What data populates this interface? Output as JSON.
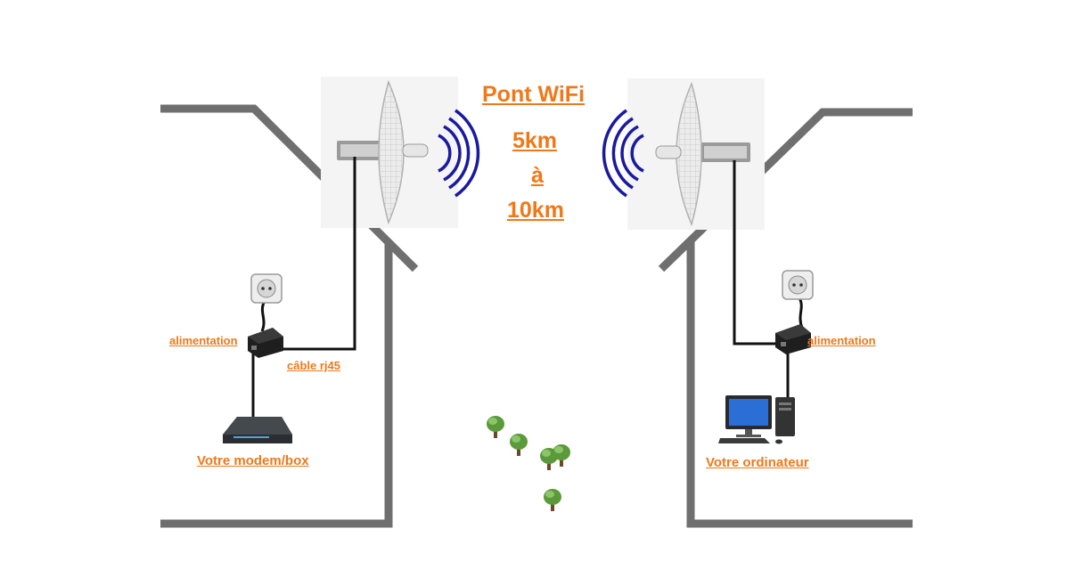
{
  "title": "Pont WiFi",
  "distance": {
    "from": "5km",
    "connector": "à",
    "to": "10km"
  },
  "left_house": {
    "power_label": "alimentation",
    "cable_label": "câble rj45",
    "device_label": "Votre modem/box"
  },
  "right_house": {
    "power_label": "alimentation",
    "device_label": "Votre ordinateur"
  },
  "colors": {
    "accent": "#f07818",
    "house": "#6f6f6f",
    "wave": "#1a1aa0",
    "cable": "#111111",
    "tree": "#5a9a3a"
  },
  "icons": [
    "grid-antenna-icon",
    "wifi-wave-icon",
    "power-outlet-icon",
    "poe-injector-icon",
    "modem-icon",
    "computer-icon",
    "tree-icon"
  ]
}
